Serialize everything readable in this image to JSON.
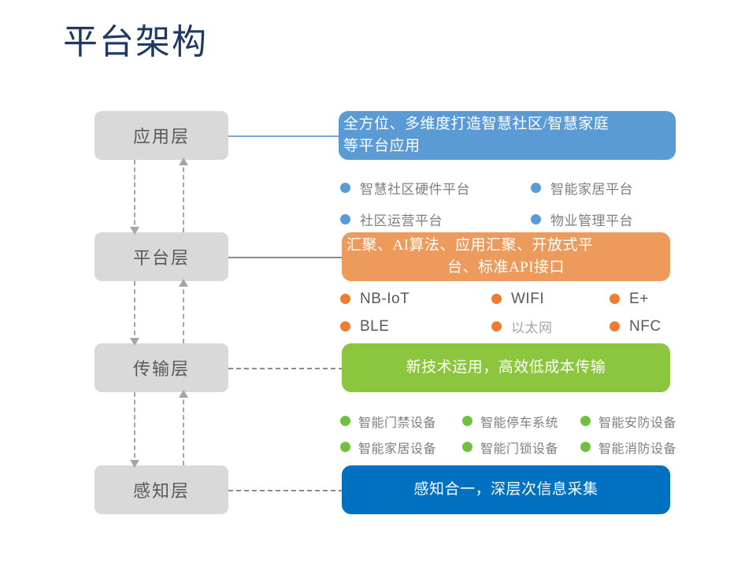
{
  "slide": {
    "title": "平台架构",
    "title_color": "#1F3864",
    "background": "#ffffff"
  },
  "layers": [
    {
      "name": "应用层",
      "accent": "#5B9BD5",
      "connector_style": "solid"
    },
    {
      "name": "平台层",
      "accent": "#ED9B5C",
      "connector_style": "solid"
    },
    {
      "name": "传输层",
      "accent": "#8CC63E",
      "connector_style": "dashed"
    },
    {
      "name": "感知层",
      "accent": "#0070C0",
      "connector_style": "dashed"
    }
  ],
  "banners": [
    {
      "line1": "全方位、多维度打造智慧社区/智慧家庭",
      "line2": "等平台应用",
      "color": "#5B9BD5",
      "align": "left"
    },
    {
      "line1": "汇聚、AI算法、应用汇聚、开放式平",
      "line2": "台、标准API接口",
      "color": "#ED9B5C",
      "align": "left"
    },
    {
      "line1": "新技术运用，高效低成本传输",
      "line2": "",
      "color": "#8CC63E",
      "align": "center"
    },
    {
      "line1": "感知合一，深层次信息采集",
      "line2": "",
      "color": "#0070C0",
      "align": "center"
    }
  ],
  "bullet_groups": [
    {
      "dot_color": "#5B9BD5",
      "items": [
        "智慧社区硬件平台",
        "智能家居平台",
        "社区运营平台",
        "物业管理平台"
      ]
    },
    {
      "dot_color": "#ED7D31",
      "items": [
        "NB-IoT",
        "WIFI",
        "E+",
        "BLE",
        "以太网",
        "NFC"
      ]
    },
    {
      "dot_color": "#72C040",
      "items": [
        "智能门禁设备",
        "智能停车系统",
        "智能安防设备",
        "智能家居设备",
        "智能门锁设备",
        "智能消防设备"
      ]
    }
  ],
  "arrows": {
    "down_label": "down-arrow",
    "up_label": "up-arrow"
  }
}
